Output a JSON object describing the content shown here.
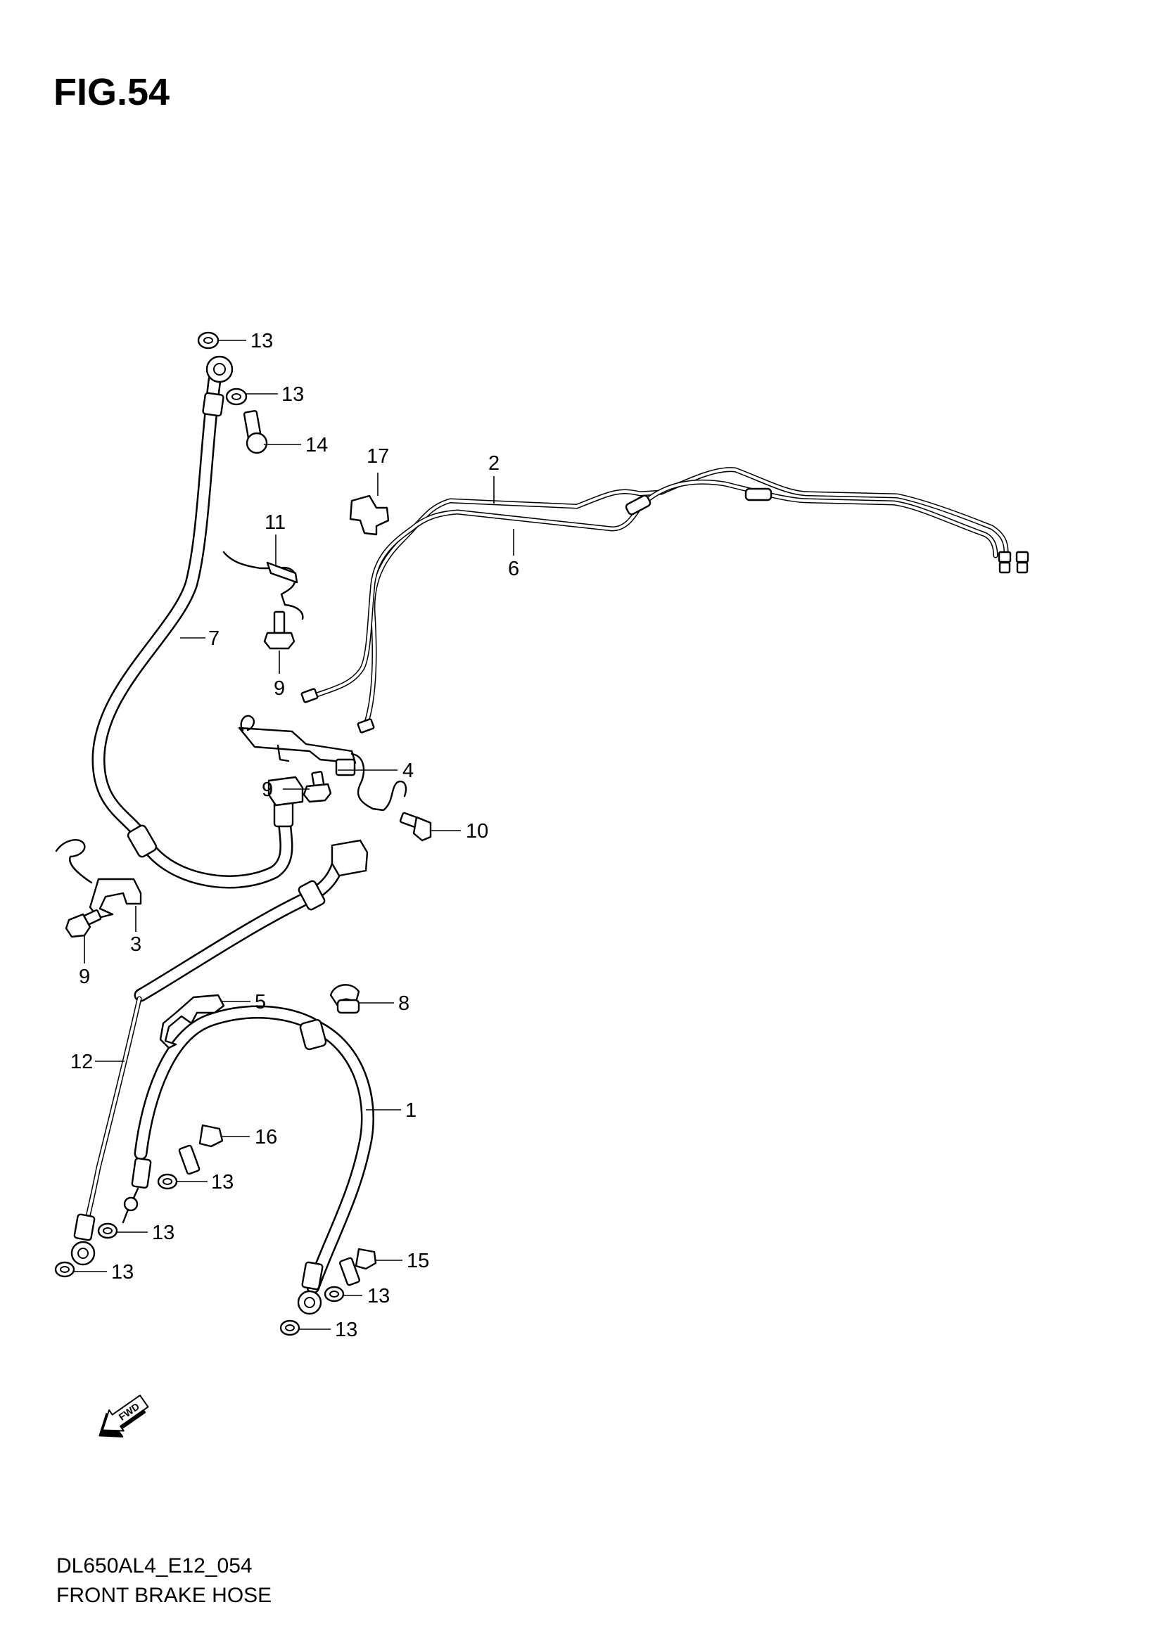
{
  "figure": {
    "title": "FIG.54",
    "model_code": "DL650AL4_E12_054",
    "caption": "FRONT BRAKE HOSE"
  },
  "direction_marker": {
    "label": "FWD",
    "icon": "forward-arrow-icon"
  },
  "callouts": [
    {
      "id": "c13a",
      "label": "13"
    },
    {
      "id": "c13b",
      "label": "13"
    },
    {
      "id": "c14",
      "label": "14"
    },
    {
      "id": "c17",
      "label": "17"
    },
    {
      "id": "c2",
      "label": "2"
    },
    {
      "id": "c6",
      "label": "6"
    },
    {
      "id": "c11",
      "label": "11"
    },
    {
      "id": "c7",
      "label": "7"
    },
    {
      "id": "c9a",
      "label": "9"
    },
    {
      "id": "c4",
      "label": "4"
    },
    {
      "id": "c9b",
      "label": "9"
    },
    {
      "id": "c10",
      "label": "10"
    },
    {
      "id": "c3",
      "label": "3"
    },
    {
      "id": "c9c",
      "label": "9"
    },
    {
      "id": "c5",
      "label": "5"
    },
    {
      "id": "c8",
      "label": "8"
    },
    {
      "id": "c12",
      "label": "12"
    },
    {
      "id": "c1",
      "label": "1"
    },
    {
      "id": "c16",
      "label": "16"
    },
    {
      "id": "c13c",
      "label": "13"
    },
    {
      "id": "c13d",
      "label": "13"
    },
    {
      "id": "c13e",
      "label": "13"
    },
    {
      "id": "c15",
      "label": "15"
    },
    {
      "id": "c13f",
      "label": "13"
    },
    {
      "id": "c13g",
      "label": "13"
    }
  ]
}
